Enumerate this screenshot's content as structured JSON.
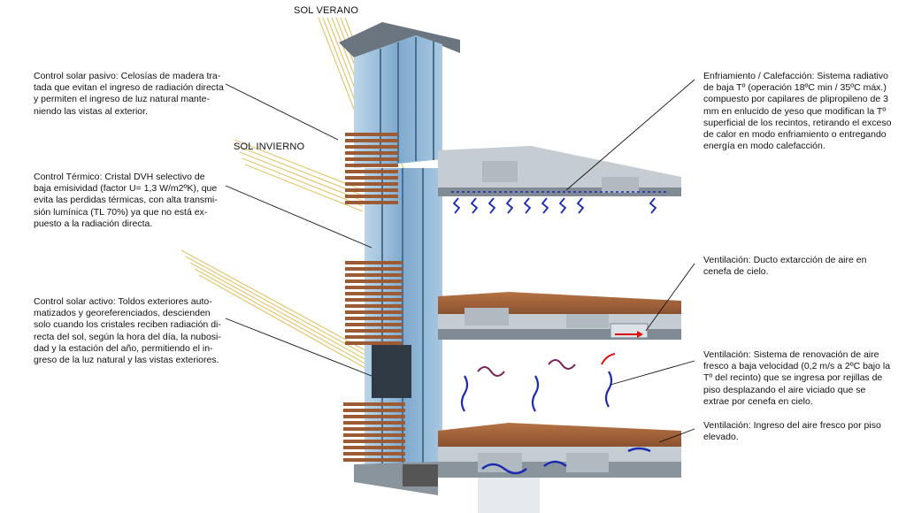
{
  "sun_labels": {
    "summer": "SOL VERANO",
    "winter": "SOL INVIERNO"
  },
  "annotations": {
    "passive_solar": "Control solar pasivo: Celosías de madera tra-\ntada que evitan el ingreso de radiación directa\ny permiten el ingreso de luz natural mante-\nniendo las vistas al exterior.",
    "thermal": "Control Térmico: Cristal DVH selectivo de\nbaja emisividad (factor U= 1,3 W/m2ºK), que\nevita las perdidas térmicas, con alta transmi-\nsión lumínica (TL 70%) ya que no está ex-\npuesto a la radiación directa.",
    "active_solar": "Control solar activo: Toldos exteriores auto-\nmatizados y georeferenciados, descienden\nsolo cuando los cristales reciben radiación di-\nrecta del sol, según la hora del día, la nubosi-\ndad y la estación del año, permitiendo el in-\ngreso de la luz natural y las vistas exteriores.",
    "cooling_heating": "Enfriamiento / Calefacción: Sistema radiativo\nde baja Tº (operación 18ºC min / 35ºC máx.)\ncompuesto por capilares de plipropileno de 3\nmm en enlucido de yeso que modifican la Tº\nsuperficial de los recintos, retirando el exceso\nde calor en modo enfriamiento o entregando\nenergía en modo calefacción.",
    "ventilation_extract": "Ventilación: Ducto extarcción de aire en\ncenefa de cielo.",
    "ventilation_renewal": "Ventilación: Sistema de renovación de aire\nfresco a baja velocidad (0,2 m/s a 2ºC bajo la\nTº del recinto) que se ingresa por rejillas de\npiso desplazando el aire viciado que se\nextrae por cenefa en cielo.",
    "ventilation_intake": "Ventilación: Ingreso del aire fresco por piso\nelevado."
  },
  "colors": {
    "glass": "#8fb8d8",
    "glass_dark": "#5f8fb5",
    "wood": "#a0603a",
    "wood_dark": "#7a4a2a",
    "slab_top": "#b9c1c8",
    "slab_side": "#7f8a94",
    "concrete": "#9aa3ab",
    "sun_ray": "#e0c060",
    "air_fresh": "#1a2bb0",
    "air_stale": "#7a1f5a",
    "air_hot": "#d11"
  }
}
